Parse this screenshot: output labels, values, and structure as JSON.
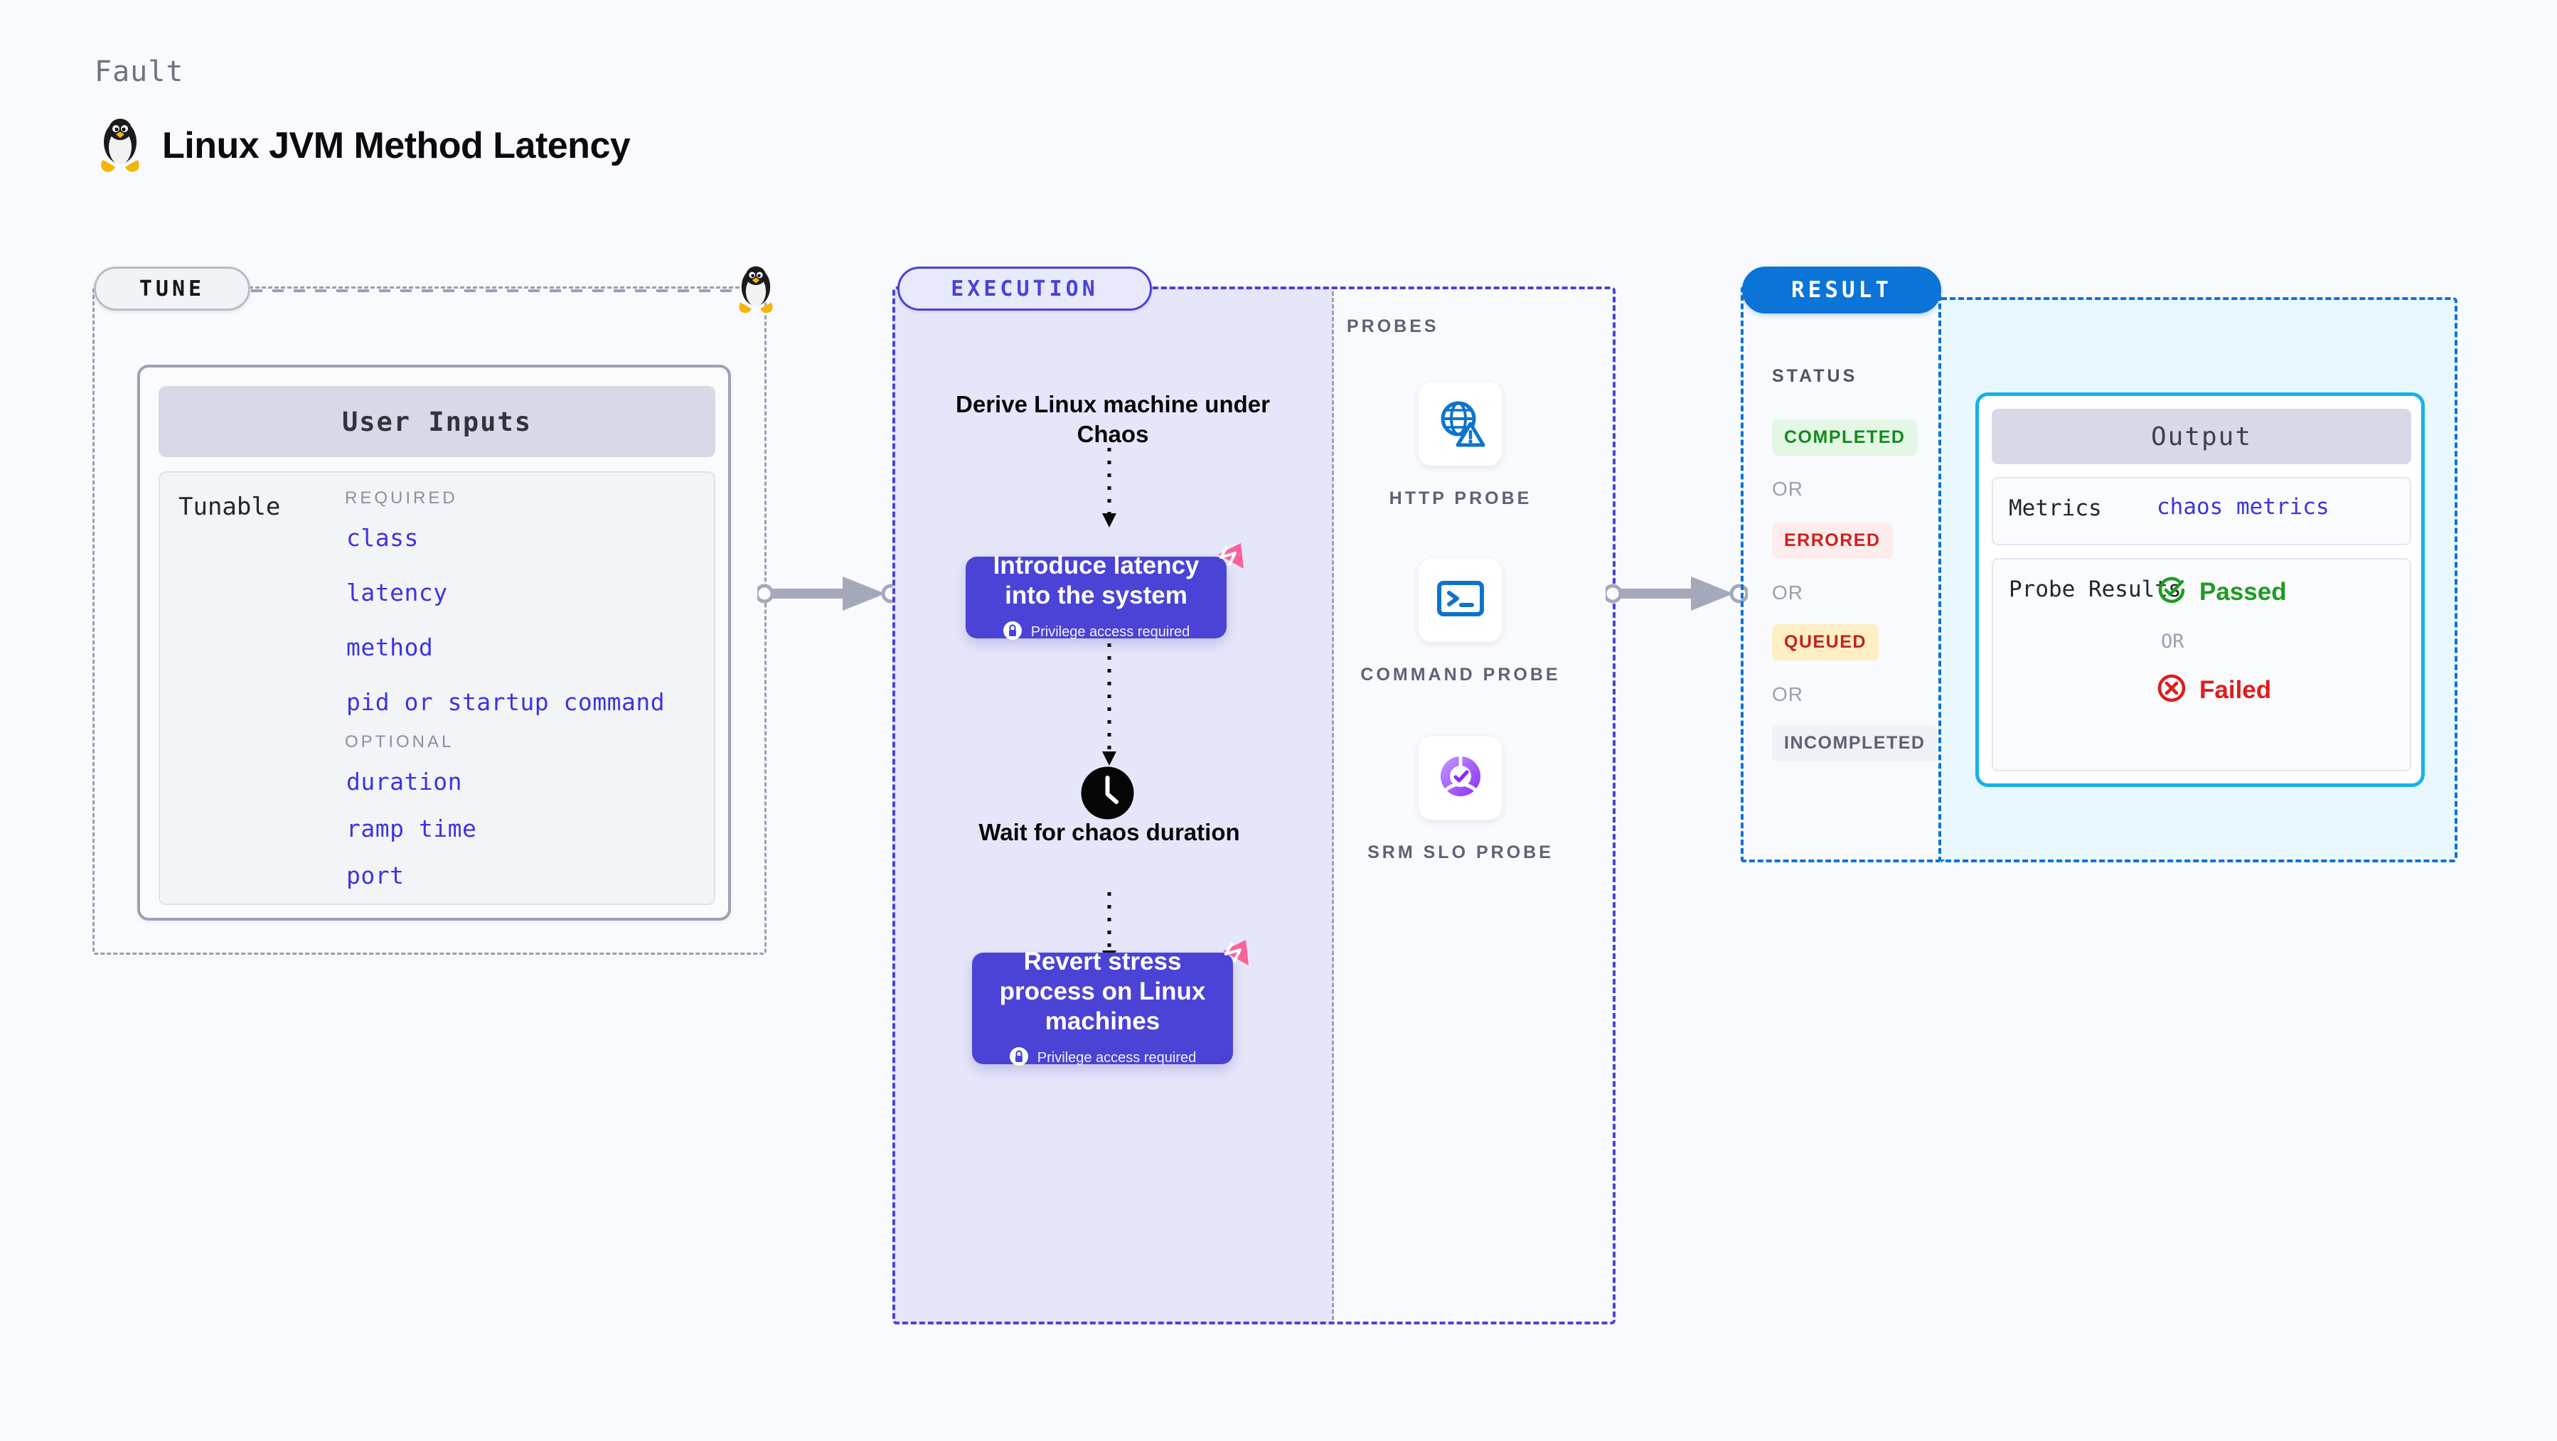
{
  "header": {
    "kicker": "Fault",
    "title": "Linux JVM Method Latency",
    "icon": "linux-penguin-icon"
  },
  "colors": {
    "background": "#f8fafd",
    "execution_accent": "#4a43d6",
    "execution_fill": "#e6e6fb",
    "result_accent": "#0b74d6",
    "output_accent": "#14b2ea",
    "output_fill": "#e9f8fe",
    "tune_accent": "#98a0b3",
    "fault_badge": "#f9629a",
    "link_text": "#3c34e0"
  },
  "tune": {
    "pill_label": "TUNE",
    "card_title": "User Inputs",
    "tunable_label": "Tunable",
    "groups": [
      {
        "label": "REQUIRED",
        "params": [
          "class",
          "latency",
          "method",
          "pid or startup command"
        ]
      },
      {
        "label": "OPTIONAL",
        "params": [
          "duration",
          "ramp time",
          "port"
        ]
      }
    ]
  },
  "execution": {
    "pill_label": "EXECUTION",
    "derive_text": "Derive Linux machine under Chaos",
    "steps": [
      {
        "title": "Introduce latency into the system",
        "privilege": "Privilege access required",
        "badge": "harness-fault-badge"
      },
      {
        "title": "Revert stress process on Linux machines",
        "privilege": "Privilege access required",
        "badge": "harness-fault-badge"
      }
    ],
    "wait": {
      "icon": "clock-icon",
      "text": "Wait for chaos duration"
    }
  },
  "probes": {
    "label": "PROBES",
    "items": [
      {
        "name": "HTTP PROBE",
        "icon": "globe-warning-icon"
      },
      {
        "name": "COMMAND PROBE",
        "icon": "terminal-icon"
      },
      {
        "name": "SRM SLO PROBE",
        "icon": "slo-check-icon"
      }
    ]
  },
  "result": {
    "pill_label": "RESULT",
    "status_label": "STATUS",
    "or_label": "OR",
    "statuses": [
      {
        "label": "COMPLETED",
        "text_color": "#138a20",
        "bg_color": "#e3f7e4"
      },
      {
        "label": "ERRORED",
        "text_color": "#cf1f1f",
        "bg_color": "#fdecec"
      },
      {
        "label": "QUEUED",
        "text_color": "#c22222",
        "bg_color": "#fdeec4"
      },
      {
        "label": "INCOMPLETED",
        "text_color": "#5b6172",
        "bg_color": "#eff1f6"
      }
    ]
  },
  "output": {
    "title": "Output",
    "rows": [
      {
        "key": "Metrics",
        "value": "chaos metrics",
        "type": "link"
      },
      {
        "key": "Probe Results",
        "type": "results"
      }
    ],
    "probe_results": {
      "passed": {
        "label": "Passed",
        "icon": "check-circle-icon",
        "color": "#1d9c21"
      },
      "or_label": "OR",
      "failed": {
        "label": "Failed",
        "icon": "x-circle-icon",
        "color": "#e01b1b"
      }
    }
  }
}
